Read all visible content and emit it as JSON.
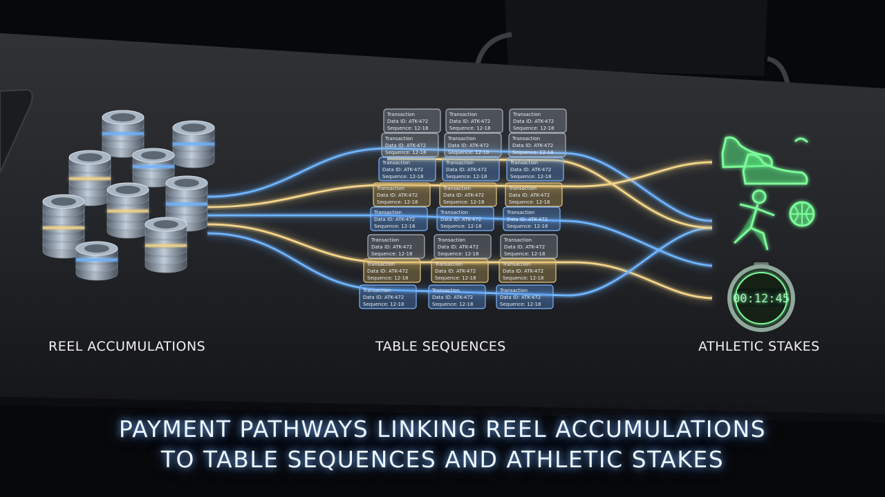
{
  "labels": {
    "left": "REEL ACCUMULATIONS",
    "center": "TABLE SEQUENCES",
    "right": "ATHLETIC STAKES"
  },
  "title": {
    "line1": "PAYMENT PATHWAYS LINKING REEL ACCUMULATIONS",
    "line2": "TO TABLE SEQUENCES AND ATHLETIC STAKES"
  },
  "stopwatch_time": "00:12:45",
  "card_text": {
    "line1": "Transaction",
    "line2": "Data ID: ATK-472",
    "line3": "Sequence: 12-18"
  },
  "colors": {
    "blue_path": "#6fb4ff",
    "gold_path": "#f3d48a",
    "green_icon": "#7dfc9a",
    "title_glow": "#78b4ff"
  },
  "icons": [
    "coin-stack-icon",
    "sneaker-icon",
    "basketball-player-icon",
    "stopwatch-icon"
  ]
}
